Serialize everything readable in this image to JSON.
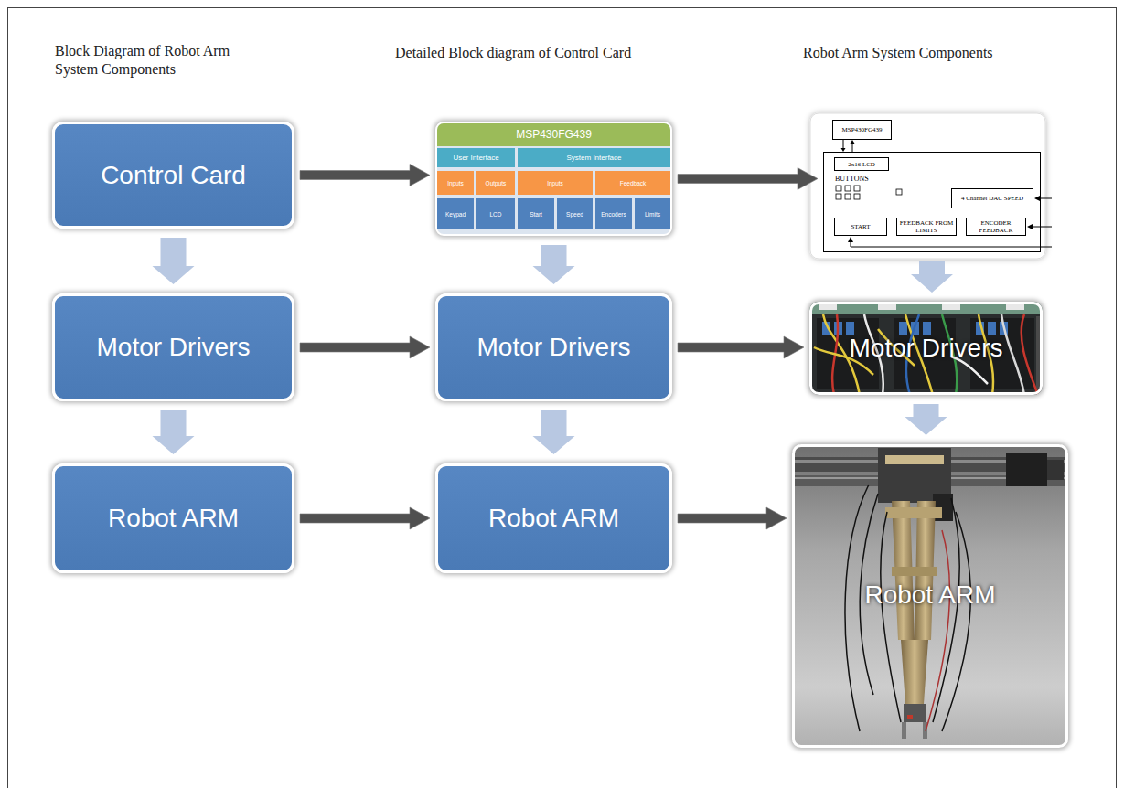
{
  "diagram": {
    "nodes": [
      {
        "text": [
          "Control Card"
        ]
      },
      {
        "text": [
          "Motor Drivers"
        ]
      },
      {
        "text": [
          "Robot ARM"
        ]
      },
      {
        "text": [
          "MSP430FG439"
        ]
      },
      {
        "text": [
          "User Interface"
        ],
        "in": 3
      },
      {
        "text": [
          "System Interface"
        ],
        "in": 3
      },
      {
        "text": [
          "Inputs"
        ],
        "in": 3
      },
      {
        "text": [
          "Outputs"
        ],
        "in": 3
      },
      {
        "text": [
          "Inputs"
        ],
        "in": 3
      },
      {
        "text": [
          "Feedback"
        ],
        "in": 3
      },
      {
        "text": [
          "Keypad"
        ],
        "in": 3
      },
      {
        "text": [
          "LCD"
        ],
        "in": 3
      },
      {
        "text": [
          "Start"
        ],
        "in": 3
      },
      {
        "text": [
          "Speed"
        ],
        "in": 3
      },
      {
        "text": [
          "Encoders"
        ],
        "in": 3
      },
      {
        "text": [
          "Limits"
        ],
        "in": 3
      },
      {
        "text": [
          "Motor Drivers"
        ]
      },
      {
        "text": [
          "Robot ARM"
        ]
      },
      {
        "text": [
          "MSP430FG439"
        ]
      },
      {
        "text": [
          "BUTTONS"
        ]
      },
      {
        "text": [
          "2x16 LCD"
        ],
        "in": 19
      },
      {
        "text": [
          "4 Channel DAC SPEED"
        ],
        "in": 19
      },
      {
        "text": [
          "START"
        ],
        "in": 19
      },
      {
        "text": [
          "FEEDBACK FROM LIMITS"
        ],
        "in": 19
      },
      {
        "text": [
          "ENCODER FEEDBACK"
        ],
        "in": 19
      },
      {
        "text": [
          "Motor Drivers"
        ]
      },
      {
        "text": [
          "Robot ARM"
        ]
      }
    ],
    "edges": [
      {
        "from": 0,
        "to": 1,
        "arrow": "to"
      },
      {
        "from": 1,
        "to": 2,
        "arrow": "to"
      },
      {
        "from": 0,
        "to": 3,
        "arrow": "to"
      },
      {
        "from": 1,
        "to": 16,
        "arrow": "to"
      },
      {
        "from": 2,
        "to": 17,
        "arrow": "to"
      },
      {
        "from": 3,
        "to": 16,
        "arrow": "to"
      },
      {
        "from": 16,
        "to": 17,
        "arrow": "to"
      },
      {
        "from": 3,
        "to": 19,
        "arrow": "to"
      },
      {
        "from": 16,
        "to": 25,
        "arrow": "to"
      },
      {
        "from": 17,
        "to": 26,
        "arrow": "to"
      },
      {
        "from": 18,
        "to": 19,
        "arrow": "to"
      },
      {
        "from": 19,
        "to": 18,
        "arrow": "to"
      },
      {
        "from": 19,
        "to": 25,
        "arrow": "to"
      },
      {
        "from": 25,
        "to": 26,
        "arrow": "to"
      }
    ],
    "labels": [
      "Block Diagram of Robot Arm System Components",
      "Detailed Block diagram of Control Card",
      "Robot Arm System Components"
    ]
  }
}
